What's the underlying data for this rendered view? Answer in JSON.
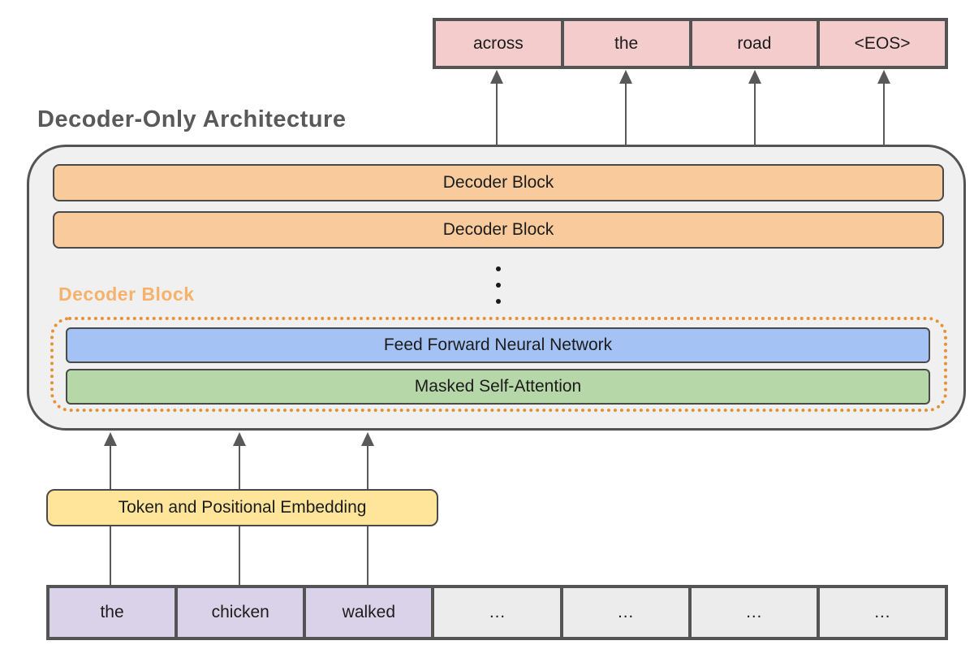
{
  "diagram": {
    "title": "Decoder-Only Architecture",
    "output_tokens": [
      "across",
      "the",
      "road",
      "<EOS>"
    ],
    "decoder_blocks": [
      "Decoder Block",
      "Decoder Block"
    ],
    "decoder_block_label": "Decoder Block",
    "ffn_label": "Feed Forward Neural Network",
    "masked_attention_label": "Masked Self-Attention",
    "embedding_label": "Token and Positional Embedding",
    "input_tokens": [
      "the",
      "chicken",
      "walked",
      "…",
      "…",
      "…",
      "…"
    ]
  },
  "colors": {
    "output_cell": "#f4cccc",
    "decoder_block_fill": "#f9cb9c",
    "ffn_fill": "#a4c2f4",
    "attention_fill": "#b6d7a8",
    "embedding_fill": "#ffe599",
    "input_token_fill": "#d9d2e9",
    "input_placeholder_fill": "#ececec",
    "container_fill": "#f0f0f0",
    "outline_orange": "#e69138",
    "label_orange": "#f6b26b",
    "border_dark": "#545454",
    "title_gray": "#595959"
  }
}
